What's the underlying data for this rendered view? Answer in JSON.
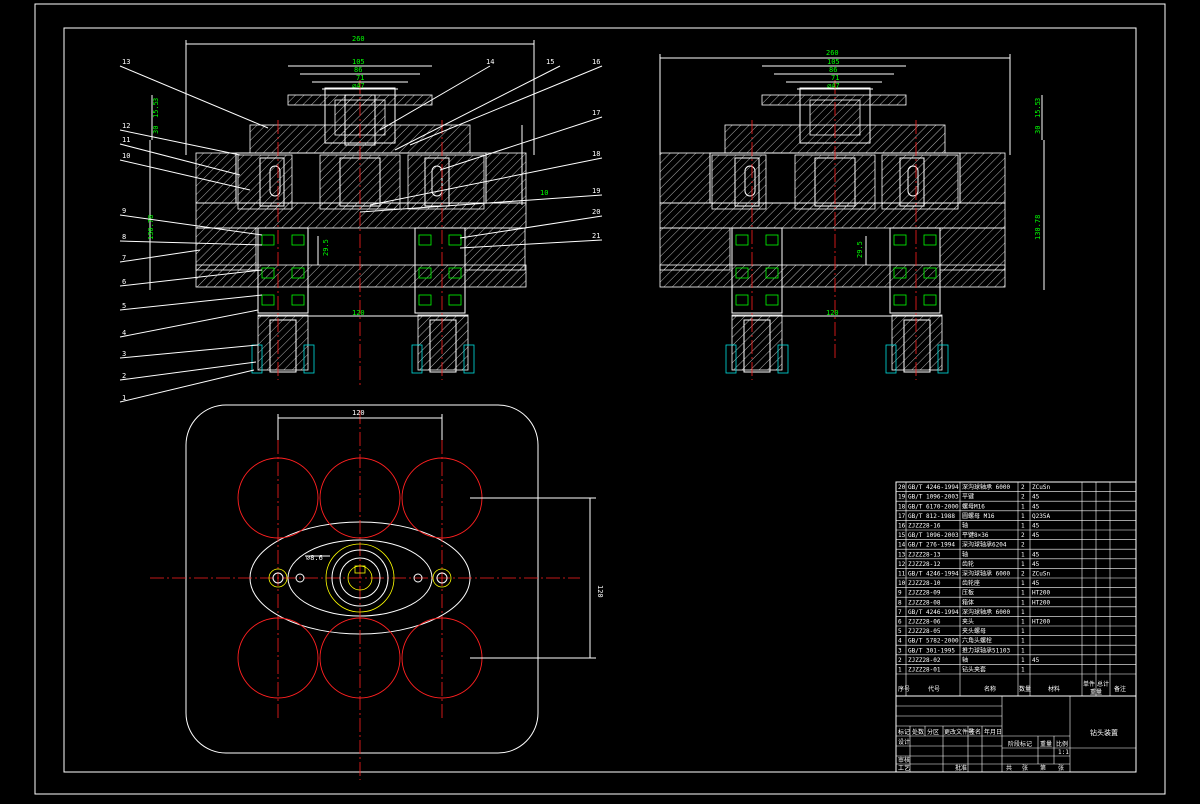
{
  "left_view": {
    "dims": {
      "overall_width": "260",
      "d105": "105",
      "d86": "86",
      "d71": "71",
      "d47": "⌀47",
      "base_span": "120",
      "height_total": "130.78",
      "height_30": "30",
      "height_15": "15.5",
      "height_3": "3",
      "d10": "10",
      "d295": "29.5"
    },
    "callouts_left": [
      "13",
      "12",
      "11",
      "10",
      "9",
      "8",
      "7",
      "6",
      "5",
      "4",
      "3",
      "2",
      "1"
    ],
    "callouts_right": [
      "14",
      "15",
      "16",
      "17",
      "18",
      "19",
      "20",
      "21"
    ]
  },
  "right_view": {
    "dims": {
      "overall_width": "260",
      "d105": "105",
      "d86": "86",
      "d71": "71",
      "d47": "⌀47",
      "base_span": "120",
      "height_total": "130.78",
      "height_30": "30",
      "height_15": "15.5",
      "height_3": "3",
      "d295": "29.5"
    }
  },
  "plan_view": {
    "dim_top": "120",
    "dim_right": "120",
    "dim_center": "⌀8.6"
  },
  "bom": {
    "rows": [
      {
        "no": "20",
        "code": "GB/T 4246-1994",
        "name": "深沟球轴承 6000",
        "qty": "2",
        "mat": "ZCuSn"
      },
      {
        "no": "19",
        "code": "GB/T 1096-2003",
        "name": "平键",
        "qty": "2",
        "mat": "45"
      },
      {
        "no": "18",
        "code": "GB/T 6170-2000",
        "name": "螺母M16",
        "qty": "1",
        "mat": "45"
      },
      {
        "no": "17",
        "code": "GB/T 812-1988",
        "name": "圆螺母 M16",
        "qty": "1",
        "mat": "Q235A"
      },
      {
        "no": "16",
        "code": "ZJZZ28-16",
        "name": "轴",
        "qty": "1",
        "mat": "45"
      },
      {
        "no": "15",
        "code": "GB/T 1096-2003",
        "name": "平键8×36",
        "qty": "2",
        "mat": "45"
      },
      {
        "no": "14",
        "code": "GB/T 276-1994",
        "name": "深沟球轴承6204",
        "qty": "2",
        "mat": ""
      },
      {
        "no": "13",
        "code": "ZJZZ28-13",
        "name": "轴",
        "qty": "1",
        "mat": "45"
      },
      {
        "no": "12",
        "code": "ZJZZ28-12",
        "name": "齿轮",
        "qty": "1",
        "mat": "45"
      },
      {
        "no": "11",
        "code": "GB/T 4246-1994",
        "name": "深沟球轴承 6000",
        "qty": "2",
        "mat": "ZCuSn"
      },
      {
        "no": "10",
        "code": "ZJZZ28-10",
        "name": "齿轮座",
        "qty": "1",
        "mat": "45"
      },
      {
        "no": "9",
        "code": "ZJZZ28-09",
        "name": "压板",
        "qty": "1",
        "mat": "HT200"
      },
      {
        "no": "8",
        "code": "ZJZZ28-08",
        "name": "箱体",
        "qty": "1",
        "mat": "HT200"
      },
      {
        "no": "7",
        "code": "GB/T 4246-1994",
        "name": "深沟球轴承 6000",
        "qty": "1",
        "mat": ""
      },
      {
        "no": "6",
        "code": "ZJZZ28-06",
        "name": "夹头",
        "qty": "1",
        "mat": "HT200"
      },
      {
        "no": "5",
        "code": "ZJZZ28-05",
        "name": "夹头螺母",
        "qty": "1",
        "mat": ""
      },
      {
        "no": "4",
        "code": "GB/T 5782-2000",
        "name": "六角头螺栓",
        "qty": "1",
        "mat": ""
      },
      {
        "no": "3",
        "code": "GB/T 301-1995",
        "name": "推力球轴承51103",
        "qty": "1",
        "mat": ""
      },
      {
        "no": "2",
        "code": "ZJZZ28-02",
        "name": "轴",
        "qty": "1",
        "mat": "45"
      },
      {
        "no": "1",
        "code": "ZJZZ28-01",
        "name": "钻头夹套",
        "qty": "1",
        "mat": ""
      }
    ],
    "header": {
      "no": "序号",
      "code": "代号",
      "name": "名称",
      "qty": "数量",
      "mat": "材料",
      "unit_weight": "单件",
      "total_weight": "总计",
      "weight": "重量",
      "remark": "备注"
    }
  },
  "title_block": {
    "drawing_title": "钻头装置",
    "scale_label": "比例",
    "scale": "1:1",
    "row_labels": [
      "设计",
      "审核",
      "工艺"
    ],
    "mark_labels": [
      "标记",
      "处数",
      "分区",
      "更改文件号",
      "签名",
      "年月日"
    ],
    "stage_label": "阶段标记",
    "weight_label": "重量",
    "approve_label": "批准",
    "sheet_labels": [
      "共",
      "张",
      "第",
      "张"
    ]
  }
}
